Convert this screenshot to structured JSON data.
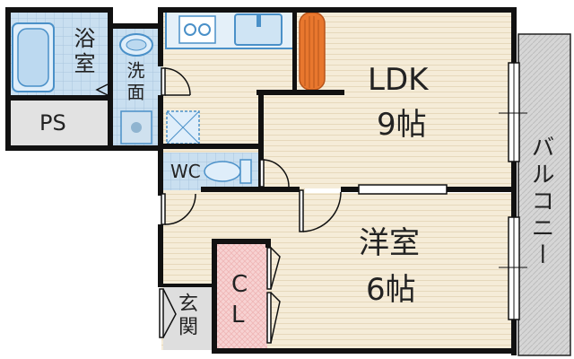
{
  "rooms": {
    "bath": "浴室",
    "ps": "PS",
    "washroom": "洗面",
    "wc": "WC",
    "ldk_name": "LDK",
    "ldk_size": "9帖",
    "western_name": "洋室",
    "western_size": "6帖",
    "closet_c": "C",
    "closet_l": "L",
    "entrance": "玄関",
    "balcony": "バルコニー"
  },
  "colors": {
    "wall": "#111111",
    "floor_wood": "#f5ecd8",
    "floor_line": "#e6d8bb",
    "wet_area": "#c9dff0",
    "wet_grid": "#a9c6de",
    "ps": "#e0e0e0",
    "closet": "#f5c8c8",
    "entrance": "#dddddd",
    "balcony": "#d4d4d4",
    "fixture": "#4a90c8",
    "fridge": "#e06a28"
  }
}
